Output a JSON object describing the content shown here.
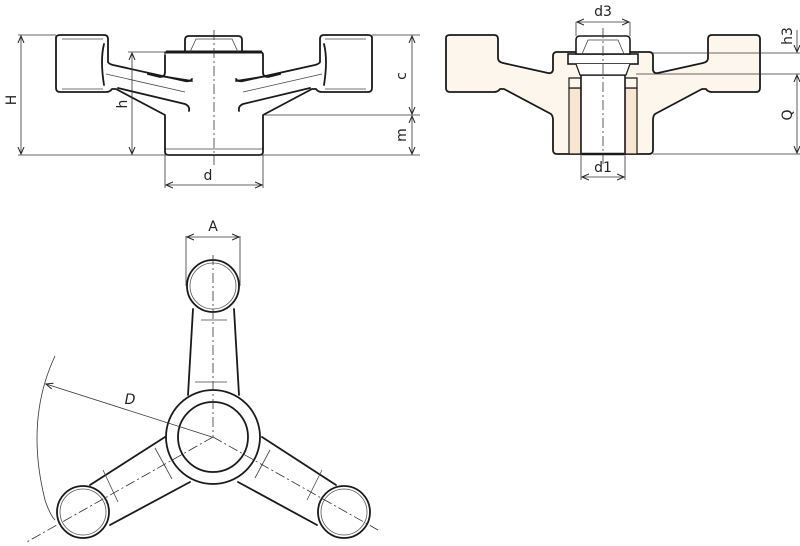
{
  "drawing": {
    "title": "Three-arm star knob technical drawing",
    "views": {
      "side_view": {
        "labels": {
          "H": "H",
          "h": "h",
          "c": "c",
          "m": "m",
          "d": "d"
        }
      },
      "section_view": {
        "fill_color": "#fdf6ec",
        "bushing_color": "#f8e6d0",
        "labels": {
          "d3": "d3",
          "h3": "h3",
          "Q": "Q",
          "d1": "d1"
        }
      },
      "top_view": {
        "labels": {
          "A": "A",
          "D": "D"
        }
      }
    }
  }
}
